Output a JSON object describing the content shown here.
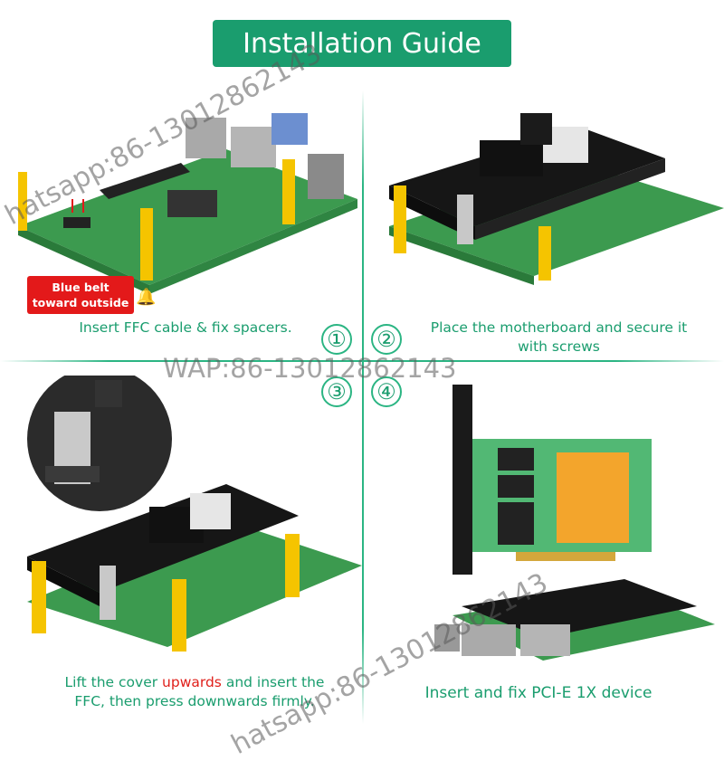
{
  "title": "Installation Guide",
  "steps": [
    {
      "number": "①",
      "caption": "Insert FFC cable & fix spacers."
    },
    {
      "number": "②",
      "caption_line1": "Place the motherboard and secure it",
      "caption_line2": "with screws"
    },
    {
      "number": "③",
      "caption_part1": "Lift the cover ",
      "caption_highlight": "upwards",
      "caption_part2": " and insert the",
      "caption_line2": "FFC, then press downwards firmly."
    },
    {
      "number": "④",
      "caption": "Insert and fix PCI-E 1X  device"
    }
  ],
  "warning": {
    "line1": "Blue belt",
    "line2": "toward outside",
    "icon": "bell-icon"
  },
  "watermarks": [
    "hatsapp:86-13012862143",
    "WAP:86-13012862143",
    "hatsapp:86-13012862143"
  ],
  "colors": {
    "brand_green": "#1a9d6e",
    "board_green": "#3c9a4f",
    "spacer_yellow": "#f5c400",
    "warning_red": "#e3191a",
    "highlight_red": "#e0201b"
  }
}
